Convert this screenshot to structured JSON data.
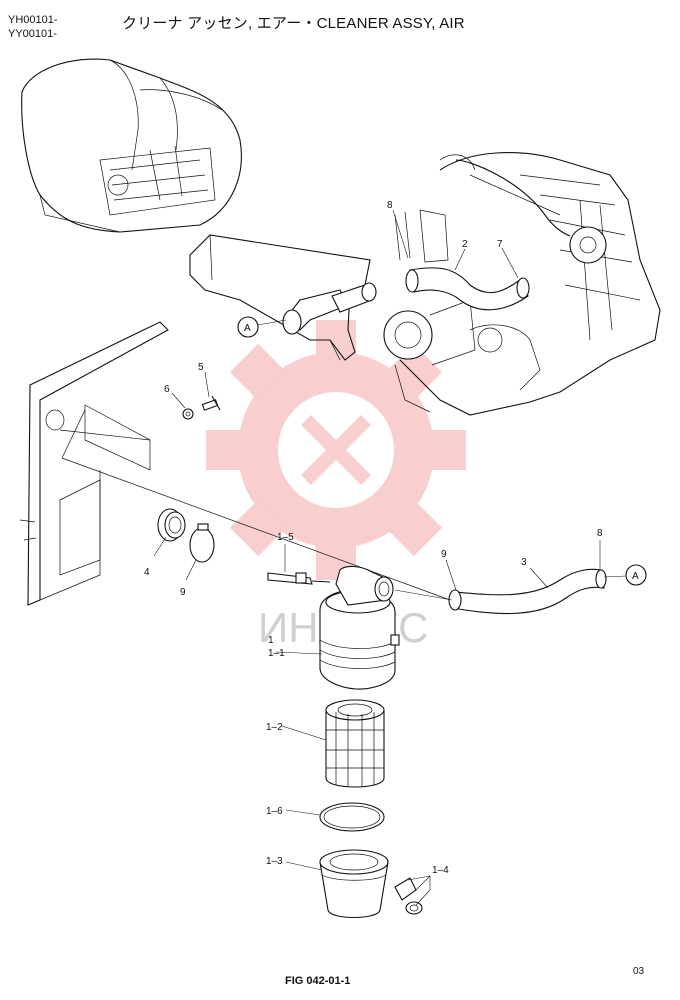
{
  "header": {
    "code_1": "YH00101-",
    "code_2": "YY00101-",
    "title": "クリーナ アッセン, エアー・CLEANER ASSY, AIR"
  },
  "footer": {
    "figure": "FIG 042-01-1",
    "page": "03"
  },
  "callouts": {
    "ref_a_upper": "A",
    "ref_a_lower": "A",
    "p1": "1",
    "p1_1": "1–1",
    "p1_2": "1–2",
    "p1_3": "1–3",
    "p1_4": "1–4",
    "p1_5": "1–5",
    "p1_6": "1–6",
    "p2": "2",
    "p3": "3",
    "p4": "4",
    "p5": "5",
    "p6": "6",
    "p7": "7",
    "p8_upper": "8",
    "p8_lower": "8",
    "p9_left": "9",
    "p9_right": "9"
  },
  "watermark": {
    "text": "ИНЛЕКС",
    "color": "#e8232a"
  }
}
